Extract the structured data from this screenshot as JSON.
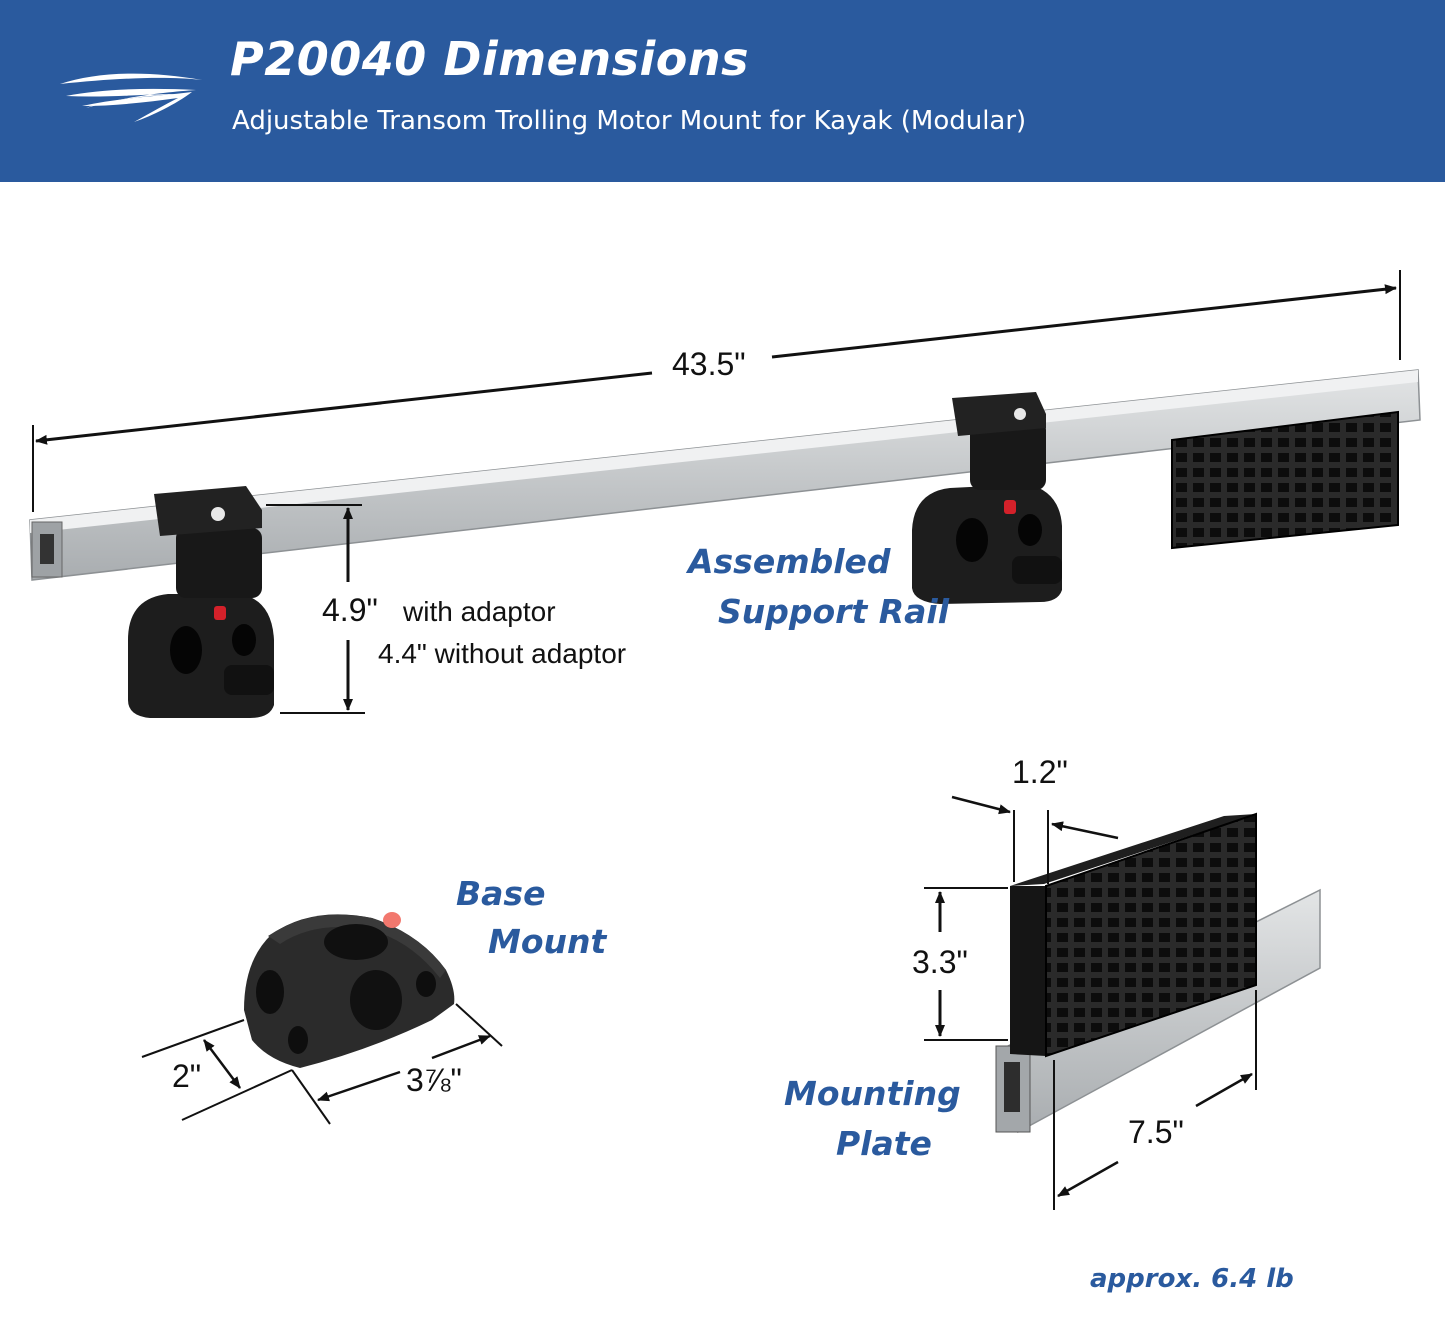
{
  "header": {
    "title": "P20040 Dimensions",
    "subtitle": "Adjustable Transom Trolling Motor Mount for Kayak (Modular)",
    "logo_icon": "boat-wave-logo"
  },
  "assembled_rail": {
    "length": "43.5\"",
    "height_with": "4.9\"",
    "height_with_note": "with adaptor",
    "height_without": "4.4\" without adaptor",
    "label_line1": "Assembled",
    "label_line2": "Support Rail"
  },
  "base_mount": {
    "label_line1": "Base",
    "label_line2": "Mount",
    "depth": "2\"",
    "length": "3⅞\""
  },
  "mounting_plate": {
    "thickness": "1.2\"",
    "height": "3.3\"",
    "width": "7.5\"",
    "label_line1": "Mounting",
    "label_line2": "Plate"
  },
  "weight": "approx. 6.4 lb",
  "colors": {
    "brand_blue": "#2a5a9e",
    "rail_silver": "#c8cbcc",
    "part_black": "#1b1b1b",
    "accent_red": "#d4212a"
  }
}
